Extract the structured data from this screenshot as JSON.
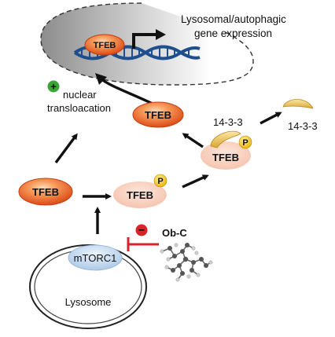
{
  "nucleus": {
    "label_line1": "Lysosomal/autophagic",
    "label_line2": "gene expression"
  },
  "tfeb": {
    "label": "TFEB"
  },
  "phospho": {
    "label": "P"
  },
  "adaptor": {
    "label": "14-3-3"
  },
  "translocation": {
    "line1": "nuclear",
    "line2": "transloacation",
    "symbol": "+"
  },
  "kinase": {
    "label": "mTORC1"
  },
  "organelle": {
    "label": "Lysosome"
  },
  "inhibitor": {
    "label": "Ob-C",
    "symbol": "−"
  },
  "colors": {
    "active_tfeb": "#e8551a",
    "inactive_tfeb": "#f7c9b6",
    "phospho": "#f2c21a",
    "adaptor": "#f0c85a",
    "kinase": "#bcd5ec",
    "dna": "#1f4e8c",
    "plus_badge": "#3aa635",
    "minus_badge": "#d8232a"
  }
}
